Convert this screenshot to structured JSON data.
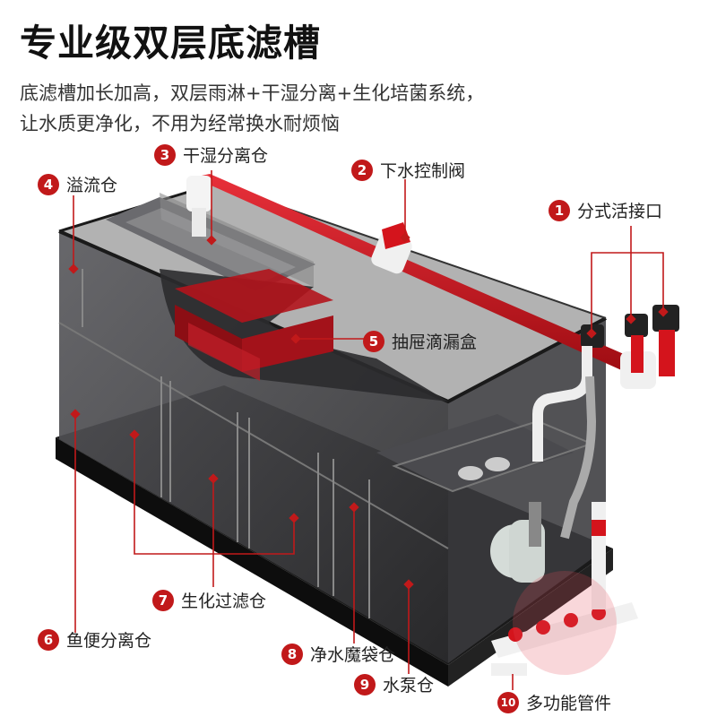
{
  "title": "专业级双层底滤槽",
  "description": {
    "line1": "底滤槽加长加高，双层雨淋+干湿分离+生化培菌系统，",
    "line2": "让水质更净化，不用为经常换水耐烦恼"
  },
  "callouts": [
    {
      "num": "1",
      "label": "分式活接口"
    },
    {
      "num": "2",
      "label": "下水控制阀"
    },
    {
      "num": "3",
      "label": "干湿分离仓"
    },
    {
      "num": "4",
      "label": "溢流仓"
    },
    {
      "num": "5",
      "label": "抽屉滴漏盒"
    },
    {
      "num": "6",
      "label": "鱼便分离仓"
    },
    {
      "num": "7",
      "label": "生化过滤仓"
    },
    {
      "num": "8",
      "label": "净水魔袋仓"
    },
    {
      "num": "9",
      "label": "水泵仓"
    },
    {
      "num": "10",
      "label": "多功能管件"
    }
  ],
  "colors": {
    "accent_red": "#c1191a",
    "pipe_red": "#d0121c",
    "glass_dark": "#2e2e30",
    "base_black": "#111111"
  }
}
